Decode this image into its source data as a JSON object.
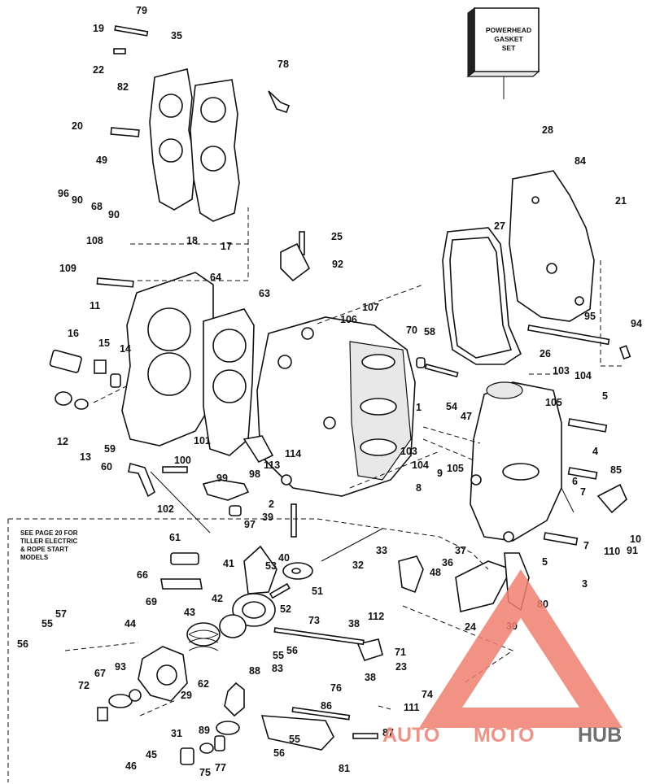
{
  "gasket_box": {
    "lines": [
      "POWERHEAD",
      "GASKET",
      "SET"
    ]
  },
  "note": {
    "lines": [
      "SEE PAGE 20 FOR",
      "TILLER ELECTRIC",
      "& ROPE START",
      "MODELS"
    ]
  },
  "watermark": {
    "text_auto": "AUTO",
    "text_moto": "MOTO",
    "text_hub": "HUB",
    "color_main": "#f08070",
    "color_hub": "#555555"
  },
  "callouts": [
    "79",
    "19",
    "35",
    "22",
    "78",
    "82",
    "20",
    "49",
    "96",
    "90",
    "68",
    "90",
    "18",
    "17",
    "108",
    "109",
    "25",
    "92",
    "64",
    "11",
    "63",
    "106",
    "107",
    "16",
    "15",
    "14",
    "12",
    "13",
    "28",
    "84",
    "21",
    "27",
    "26",
    "95",
    "94",
    "70",
    "58",
    "1",
    "54",
    "47",
    "103",
    "104",
    "105",
    "5",
    "103",
    "104",
    "105",
    "4",
    "9",
    "8",
    "6",
    "7",
    "85",
    "10",
    "91",
    "110",
    "7",
    "101",
    "113",
    "114",
    "59",
    "60",
    "100",
    "99",
    "98",
    "102",
    "97",
    "2",
    "39",
    "61",
    "66",
    "41",
    "53",
    "52",
    "40",
    "51",
    "42",
    "32",
    "33",
    "36",
    "37",
    "48",
    "3",
    "69",
    "43",
    "80",
    "24",
    "30",
    "57",
    "55",
    "56",
    "44",
    "93",
    "73",
    "38",
    "112",
    "71",
    "23",
    "56",
    "55",
    "38",
    "67",
    "72",
    "62",
    "29",
    "88",
    "83",
    "76",
    "74",
    "86",
    "111",
    "87",
    "89",
    "31",
    "75",
    "77",
    "55",
    "56",
    "81",
    "46",
    "45",
    "5"
  ]
}
